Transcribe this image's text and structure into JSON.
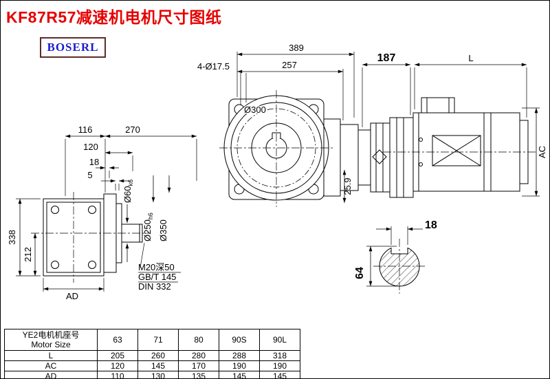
{
  "page": {
    "title": "KF87R57减速机电机尺寸图纸",
    "brand": "BOSERL"
  },
  "dims": {
    "overall_length": "389",
    "housing_length": "257",
    "mounting_holes": "4-Ø17.5",
    "bolt_circle": "Ø300",
    "adapter_length": "187",
    "motor_length": "L",
    "motor_diameter": "AC",
    "shaft_offset": "25.9",
    "width_a": "116",
    "width_b": "270",
    "dim_120": "120",
    "dim_18": "18",
    "dim_5": "5",
    "shaft_dia": "Ø60",
    "shaft_fit": "k6",
    "spigot_dia": "Ø250",
    "spigot_fit": "h6",
    "flange_dia": "Ø350",
    "total_height": "338",
    "center_height": "212",
    "dim_ad": "AD",
    "tap_line1": "M20深50",
    "tap_line2": "GB/T 145",
    "tap_line3": "DIN 332",
    "key_width": "18",
    "shaft_end_dia": "64"
  },
  "table": {
    "header_cn": "YE2电机机座号",
    "header_en": "Motor Size",
    "sizes": [
      "63",
      "71",
      "80",
      "90S",
      "90L"
    ],
    "rows": [
      {
        "label": "L",
        "values": [
          "205",
          "260",
          "280",
          "288",
          "318"
        ]
      },
      {
        "label": "AC",
        "values": [
          "120",
          "145",
          "170",
          "190",
          "190"
        ]
      },
      {
        "label": "AD",
        "values": [
          "110",
          "130",
          "135",
          "145",
          "145"
        ]
      }
    ]
  }
}
